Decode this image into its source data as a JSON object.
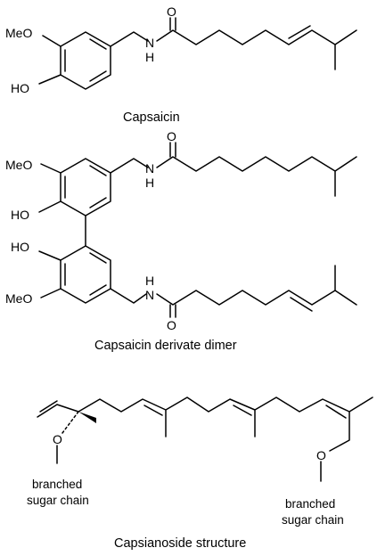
{
  "capsaicin": {
    "caption": "Capsaicin",
    "atoms": {
      "methoxy": "MeO",
      "hydroxy": "HO",
      "oxygen": "O",
      "nitrogen": "N",
      "hydrogen": "H"
    }
  },
  "dimer": {
    "caption": "Capsaicin derivate dimer",
    "atoms": {
      "methoxy_top": "MeO",
      "hydroxy_top": "HO",
      "hydroxy_bottom": "HO",
      "methoxy_bottom": "MeO",
      "oxygen_top": "O",
      "nitrogen_top": "N",
      "hydrogen_top": "H",
      "oxygen_bottom": "O",
      "nitrogen_bottom": "N",
      "hydrogen_bottom": "H"
    }
  },
  "capsianoside": {
    "caption": "Capsianoside structure",
    "atoms": {
      "oxygen_left": "O",
      "oxygen_right": "O"
    },
    "sugar_left": [
      "branched",
      "sugar chain"
    ],
    "sugar_right": [
      "branched",
      "sugar chain"
    ]
  }
}
